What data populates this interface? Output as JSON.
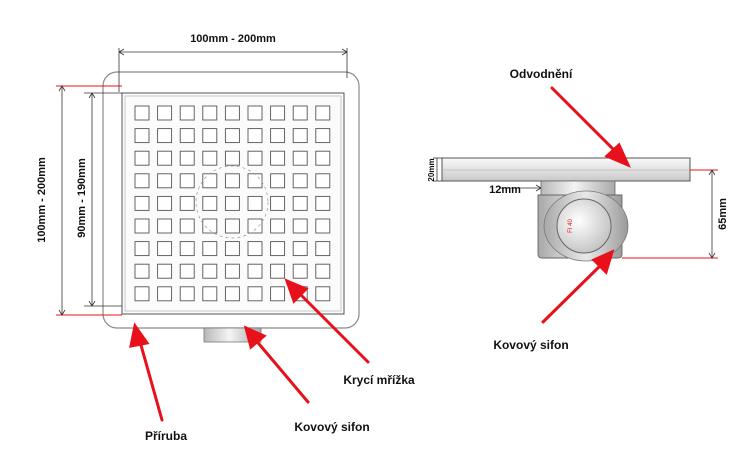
{
  "dimensions": {
    "top_width": "100mm - 200mm",
    "outer_height": "100mm - 200mm",
    "inner_height": "90mm - 190mm",
    "side_thickness": "20mm",
    "side_offset": "12mm",
    "side_height": "65mm"
  },
  "labels": {
    "odvodneni": "Odvodnění",
    "sifon_side": "Kovový sifon",
    "kryci_mrizka": "Krycí mřížka",
    "priruba": "Příruba",
    "sifon_front": "Kovový sifon",
    "siphon_marking": "FI 40"
  },
  "colors": {
    "arrow": "#e8101a",
    "dim_line": "#e8101a",
    "outline": "#333333"
  }
}
